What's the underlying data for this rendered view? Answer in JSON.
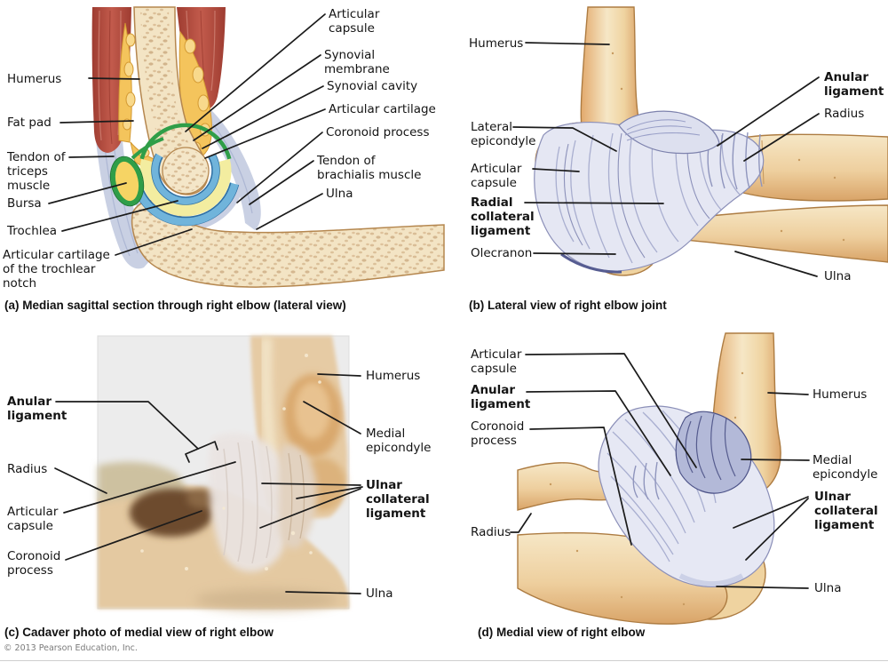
{
  "copyright": "© 2013 Pearson Education, Inc.",
  "colors": {
    "bone_fill": "#f3e4c4",
    "bone_shade": "#dba46a",
    "bone_outline": "#b5874f",
    "trabecular_speckle": "#b98e5e",
    "muscle_red": "#b0473c",
    "fat_yellow": "#f4c45c",
    "fat_outline": "#d49a32",
    "synovial_membrane_green": "#2f9e48",
    "synovial_cavity_yellow": "#f3eda0",
    "articular_cartilage_blue": "#70b4db",
    "cartilage_edge_blue": "#2e6fa3",
    "ligament_lavender": "#e5e7f3",
    "ligament_fiber": "#9fa5c9",
    "ligament_edge": "#8b8fb8",
    "photo_background": "#ececec",
    "leader_line": "#1b1b1b",
    "label_text": "#141414"
  },
  "panels": {
    "a": {
      "caption": "(a) Median sagittal section through right elbow (lateral view)",
      "labels": {
        "humerus": {
          "text": "Humerus",
          "bold": false
        },
        "fat_pad": {
          "text": "Fat pad",
          "bold": false
        },
        "tendon_of_triceps_muscle": {
          "text": "Tendon of\ntriceps\nmuscle",
          "bold": false
        },
        "bursa": {
          "text": "Bursa",
          "bold": false
        },
        "trochlea": {
          "text": "Trochlea",
          "bold": false
        },
        "articular_cartilage_of_the_trochlear_notch": {
          "text": "Articular cartilage\nof the trochlear\nnotch",
          "bold": false
        },
        "articular_capsule": {
          "text": "Articular\ncapsule",
          "bold": false
        },
        "synovial_membrane": {
          "text": "Synovial\nmembrane",
          "bold": false
        },
        "synovial_cavity": {
          "text": "Synovial cavity",
          "bold": false
        },
        "articular_cartilage": {
          "text": "Articular cartilage",
          "bold": false
        },
        "coronoid_process": {
          "text": "Coronoid process",
          "bold": false
        },
        "tendon_of_brachialis_muscle": {
          "text": "Tendon of\nbrachialis muscle",
          "bold": false
        },
        "ulna": {
          "text": "Ulna",
          "bold": false
        }
      }
    },
    "b": {
      "caption": "(b) Lateral view of right elbow joint",
      "labels": {
        "humerus": {
          "text": "Humerus",
          "bold": false
        },
        "lateral_epicondyle": {
          "text": "Lateral\nepicondyle",
          "bold": false
        },
        "articular_capsule": {
          "text": "Articular\ncapsule",
          "bold": false
        },
        "radial_collateral_ligament": {
          "text": "Radial\ncollateral\nligament",
          "bold": true
        },
        "olecranon": {
          "text": "Olecranon",
          "bold": false
        },
        "anular_ligament": {
          "text": "Anular\nligament",
          "bold": true
        },
        "radius": {
          "text": "Radius",
          "bold": false
        },
        "ulna": {
          "text": "Ulna",
          "bold": false
        }
      }
    },
    "c": {
      "caption": "(c) Cadaver photo of medial view of right elbow",
      "labels": {
        "anular_ligament": {
          "text": "Anular\nligament",
          "bold": true
        },
        "radius": {
          "text": "Radius",
          "bold": false
        },
        "articular_capsule": {
          "text": "Articular\ncapsule",
          "bold": false
        },
        "coronoid_process": {
          "text": "Coronoid\nprocess",
          "bold": false
        },
        "humerus": {
          "text": "Humerus",
          "bold": false
        },
        "medial_epicondyle": {
          "text": "Medial\nepicondyle",
          "bold": false
        },
        "ulnar_collateral_ligament": {
          "text": "Ulnar\ncollateral\nligament",
          "bold": true
        },
        "ulna": {
          "text": "Ulna",
          "bold": false
        }
      }
    },
    "d": {
      "caption": "(d) Medial view of right elbow",
      "labels": {
        "articular_capsule": {
          "text": "Articular\ncapsule",
          "bold": false
        },
        "anular_ligament": {
          "text": "Anular\nligament",
          "bold": true
        },
        "coronoid_process": {
          "text": "Coronoid\nprocess",
          "bold": false
        },
        "radius": {
          "text": "Radius",
          "bold": false
        },
        "humerus": {
          "text": "Humerus",
          "bold": false
        },
        "medial_epicondyle": {
          "text": "Medial\nepicondyle",
          "bold": false
        },
        "ulnar_collateral_ligament": {
          "text": "Ulnar\ncollateral\nligament",
          "bold": true
        },
        "ulna": {
          "text": "Ulna",
          "bold": false
        }
      }
    }
  }
}
